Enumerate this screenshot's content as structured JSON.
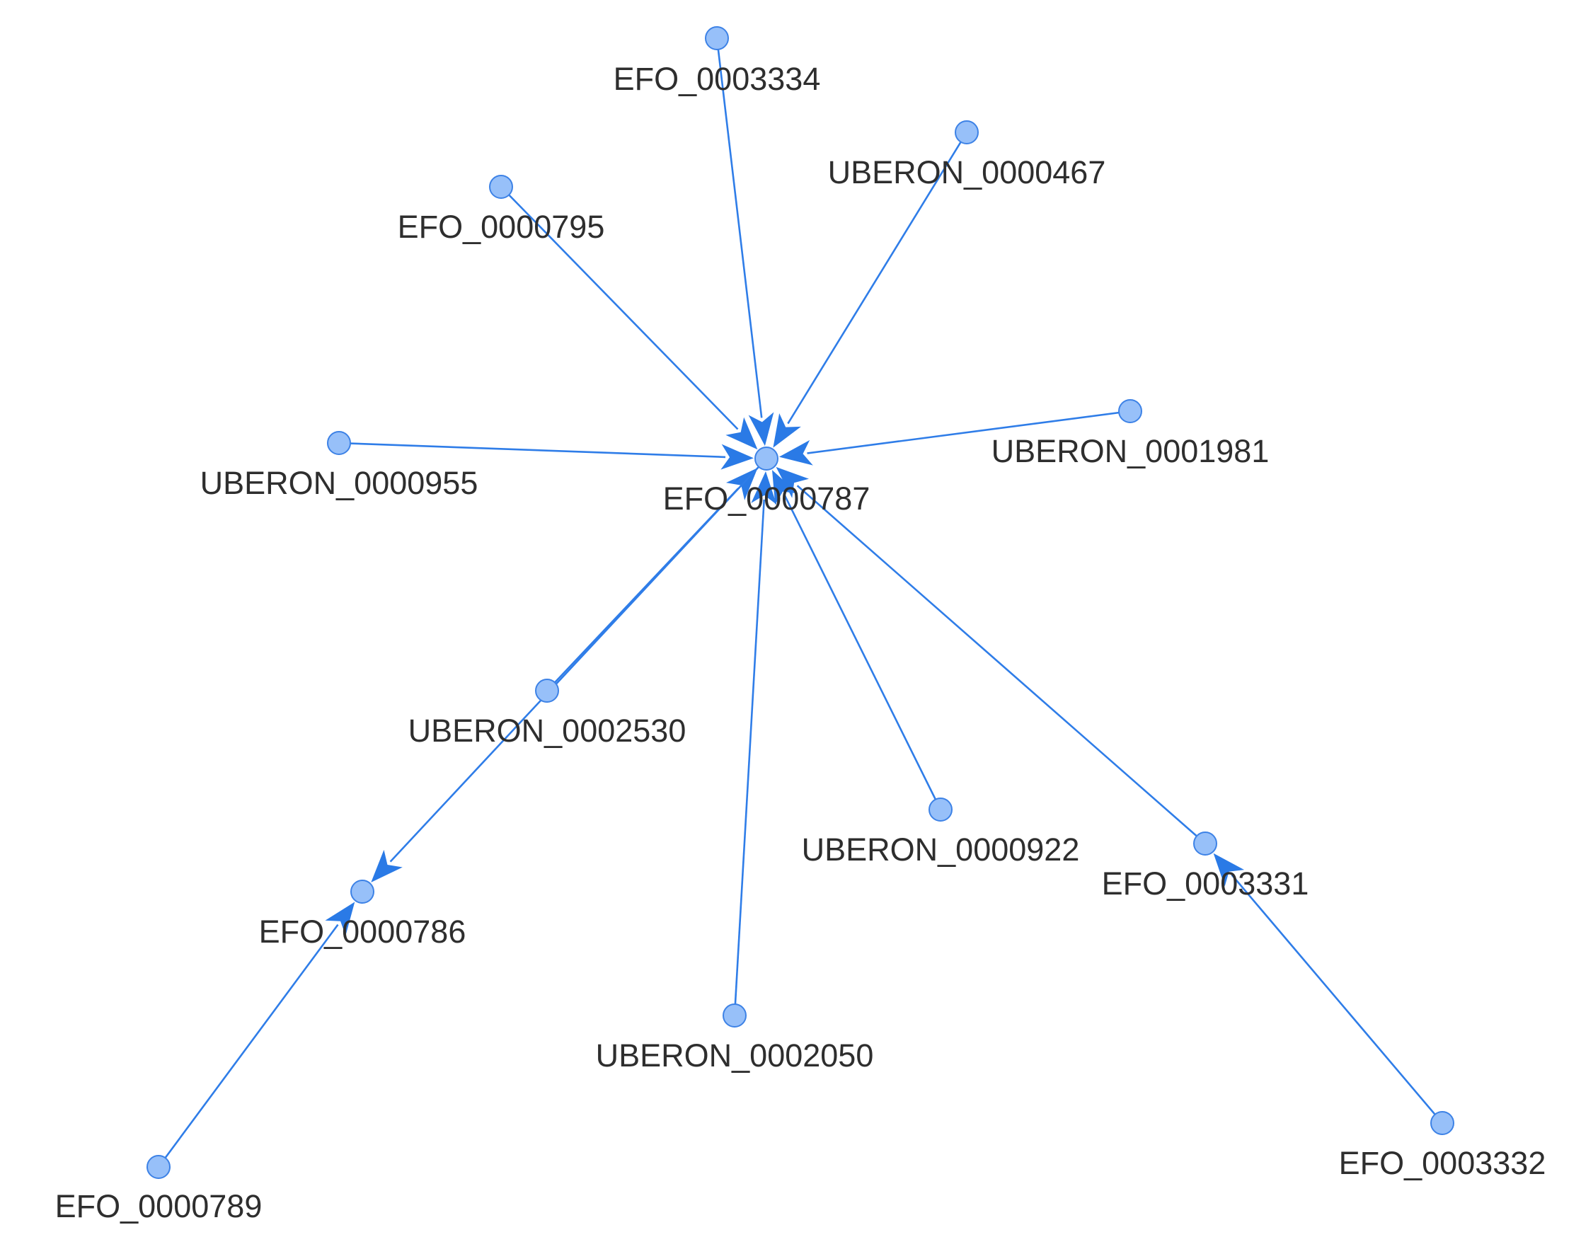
{
  "nodes": [
    {
      "id": "EFO_0000787",
      "label": "EFO_0000787"
    },
    {
      "id": "EFO_0003334",
      "label": "EFO_0003334"
    },
    {
      "id": "UBERON_0000467",
      "label": "UBERON_0000467"
    },
    {
      "id": "EFO_0000795",
      "label": "EFO_0000795"
    },
    {
      "id": "UBERON_0001981",
      "label": "UBERON_0001981"
    },
    {
      "id": "UBERON_0000955",
      "label": "UBERON_0000955"
    },
    {
      "id": "UBERON_0002530",
      "label": "UBERON_0002530"
    },
    {
      "id": "UBERON_0000922",
      "label": "UBERON_0000922"
    },
    {
      "id": "EFO_0003331",
      "label": "EFO_0003331"
    },
    {
      "id": "EFO_0000786",
      "label": "EFO_0000786"
    },
    {
      "id": "UBERON_0002050",
      "label": "UBERON_0002050"
    },
    {
      "id": "EFO_0000789",
      "label": "EFO_0000789"
    },
    {
      "id": "EFO_0003332",
      "label": "EFO_0003332"
    }
  ],
  "edges": [
    {
      "from": "EFO_0003334",
      "to": "EFO_0000787",
      "arrow": true
    },
    {
      "from": "UBERON_0000467",
      "to": "EFO_0000787",
      "arrow": true
    },
    {
      "from": "EFO_0000795",
      "to": "EFO_0000787",
      "arrow": true
    },
    {
      "from": "UBERON_0001981",
      "to": "EFO_0000787",
      "arrow": true
    },
    {
      "from": "UBERON_0000955",
      "to": "EFO_0000787",
      "arrow": true
    },
    {
      "from": "UBERON_0002530",
      "to": "EFO_0000787",
      "arrow": true
    },
    {
      "from": "UBERON_0000922",
      "to": "EFO_0000787",
      "arrow": true
    },
    {
      "from": "EFO_0003331",
      "to": "EFO_0000787",
      "arrow": true
    },
    {
      "from": "UBERON_0002050",
      "to": "EFO_0000787",
      "arrow": true
    },
    {
      "from": "EFO_0000787",
      "to": "EFO_0000786",
      "arrow": true
    },
    {
      "from": "EFO_0000789",
      "to": "EFO_0000786",
      "arrow": true
    },
    {
      "from": "EFO_0003332",
      "to": "EFO_0003331",
      "arrow": true
    }
  ],
  "colors": {
    "edge": "#2f7de8",
    "node_fill": "#97c0f9",
    "node_border": "#3d82e6",
    "label": "#2e2e2e",
    "background": "#ffffff"
  }
}
